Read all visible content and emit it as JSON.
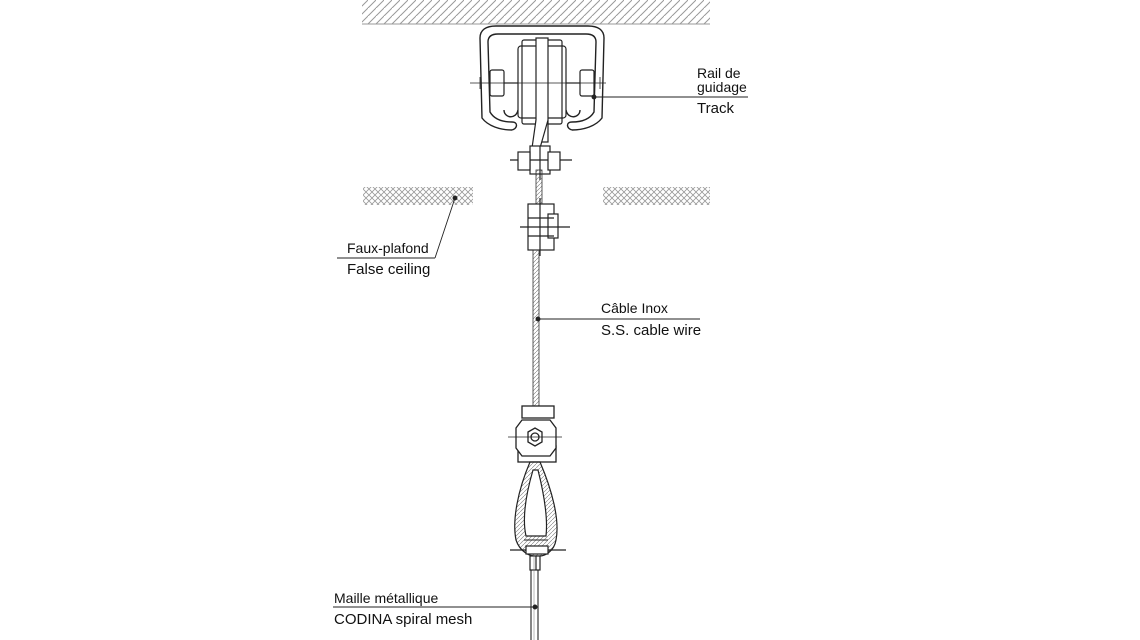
{
  "labels": {
    "track": {
      "fr_line1": "Rail de",
      "fr_line2": "guidage",
      "en": "Track"
    },
    "ceiling": {
      "fr": "Faux-plafond",
      "en": "False ceiling"
    },
    "cable": {
      "fr": "Câble Inox",
      "en": "S.S. cable wire"
    },
    "mesh": {
      "fr": "Maille métallique",
      "en": "CODINA spiral mesh"
    }
  }
}
